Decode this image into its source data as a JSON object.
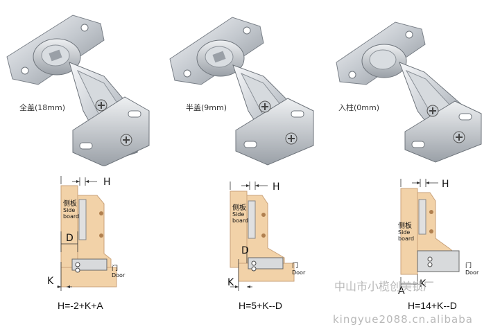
{
  "hinges": [
    {
      "type_label": "全盖(18mm)",
      "formula": "H=-2+K+A",
      "labels": {
        "h": "H",
        "d": "D",
        "k": "K",
        "side_cn": "侧板",
        "side_en1": "Side",
        "side_en2": "board",
        "door_cn": "门",
        "door_en": "Door"
      }
    },
    {
      "type_label": "半盖(9mm)",
      "formula": "H=5+K--D",
      "labels": {
        "h": "H",
        "d": "D",
        "k": "K",
        "side_cn": "侧板",
        "side_en1": "Side",
        "side_en2": "board",
        "door_cn": "门",
        "door_en": "Door"
      }
    },
    {
      "type_label": "入柱(0mm)",
      "formula": "H=14+K--D",
      "labels": {
        "h": "H",
        "a": "A",
        "k": "K",
        "side_cn": "侧板",
        "side_en1": "Side",
        "side_en2": "board",
        "door_cn": "门",
        "door_en": "Door"
      }
    }
  ],
  "watermark": {
    "line1": "中山市小榄创美锁厂",
    "line2": "kingyue2088.cn.alibaba"
  },
  "colors": {
    "wood": "#f2d2a8",
    "wood_edge": "#c9a27a",
    "steel_light": "#e9ebee",
    "steel_mid": "#b9bec4",
    "steel_dark": "#6f757c",
    "line": "#333333"
  }
}
